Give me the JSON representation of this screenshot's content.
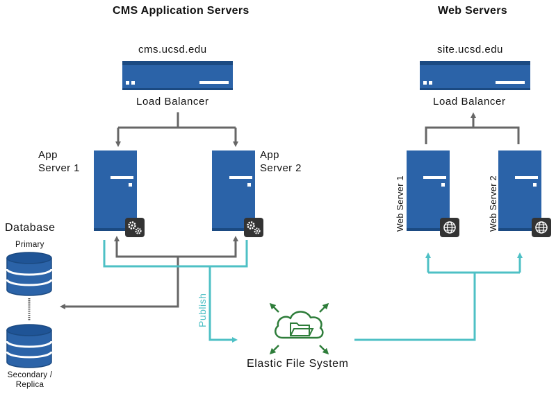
{
  "headings": {
    "cms": "CMS Application Servers",
    "web": "Web Servers"
  },
  "cms": {
    "hostname": "cms.ucsd.edu",
    "load_balancer": "Load Balancer",
    "server1": [
      "App",
      "Server 1"
    ],
    "server2": [
      "App",
      "Server 2"
    ],
    "server_icon": "gears-icon"
  },
  "web": {
    "hostname": "site.ucsd.edu",
    "load_balancer": "Load Balancer",
    "server1": "Web Server 1",
    "server2": "Web Server 2",
    "server_icon": "globe-icon"
  },
  "database": {
    "title": "Database",
    "primary": "Primary",
    "secondary": [
      "Secondary /",
      "Replica"
    ]
  },
  "efs": {
    "label": "Elastic File System",
    "icon": "cloud-folder-icon"
  },
  "flow": {
    "publish_label": "Publish"
  },
  "colors": {
    "server_blue": "#2b63a8",
    "server_dark": "#1b4a82",
    "connector_gray": "#666666",
    "publish_teal": "#4ec0c5",
    "efs_green": "#2e7d3a"
  }
}
